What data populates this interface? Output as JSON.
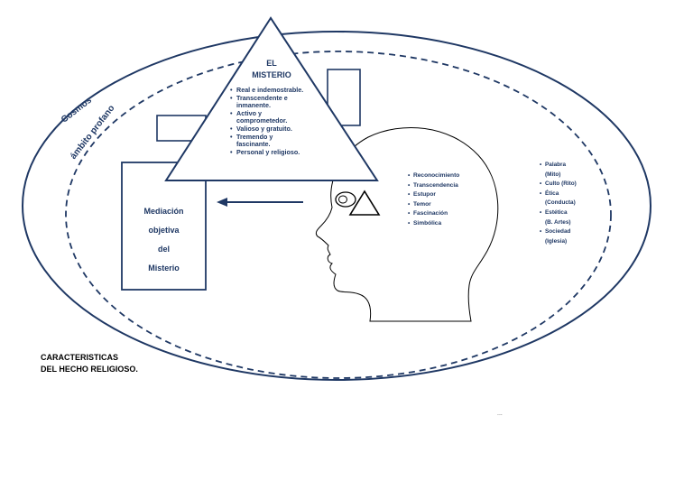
{
  "cosmos_label": "Cosmos",
  "profano_label": "ámbito profano",
  "misterio": {
    "title_line1": "EL",
    "title_line2": "MISTERIO",
    "attributes": [
      "Real e indemostrable.",
      "Transcendente e",
      "inmanente.",
      "Activo y",
      "comprometedor.",
      "Valioso y gratuito.",
      "Tremendo  y",
      "fascinante.",
      "Personal y religioso."
    ]
  },
  "mediacion": {
    "lines": [
      "Mediación",
      "objetiva",
      "del",
      "Misterio"
    ]
  },
  "head_responses": [
    "Reconocimiento",
    "Transcendencia",
    "Estupor",
    "Temor",
    "Fascinación",
    "Simbólica"
  ],
  "expressions": [
    "Palabra",
    "(Mito)",
    "Culto (Rito)",
    "Ética",
    "(Conducta)",
    "Estética",
    "(B. Artes)",
    "Sociedad",
    "(Iglesia)"
  ],
  "caption": {
    "line1": "CARACTERISTICAS",
    "line2": "DEL HECHO RELIGIOSO."
  },
  "footer_mark": "...",
  "colors": {
    "primary": "#1f3864",
    "head_outline": "#000000"
  }
}
